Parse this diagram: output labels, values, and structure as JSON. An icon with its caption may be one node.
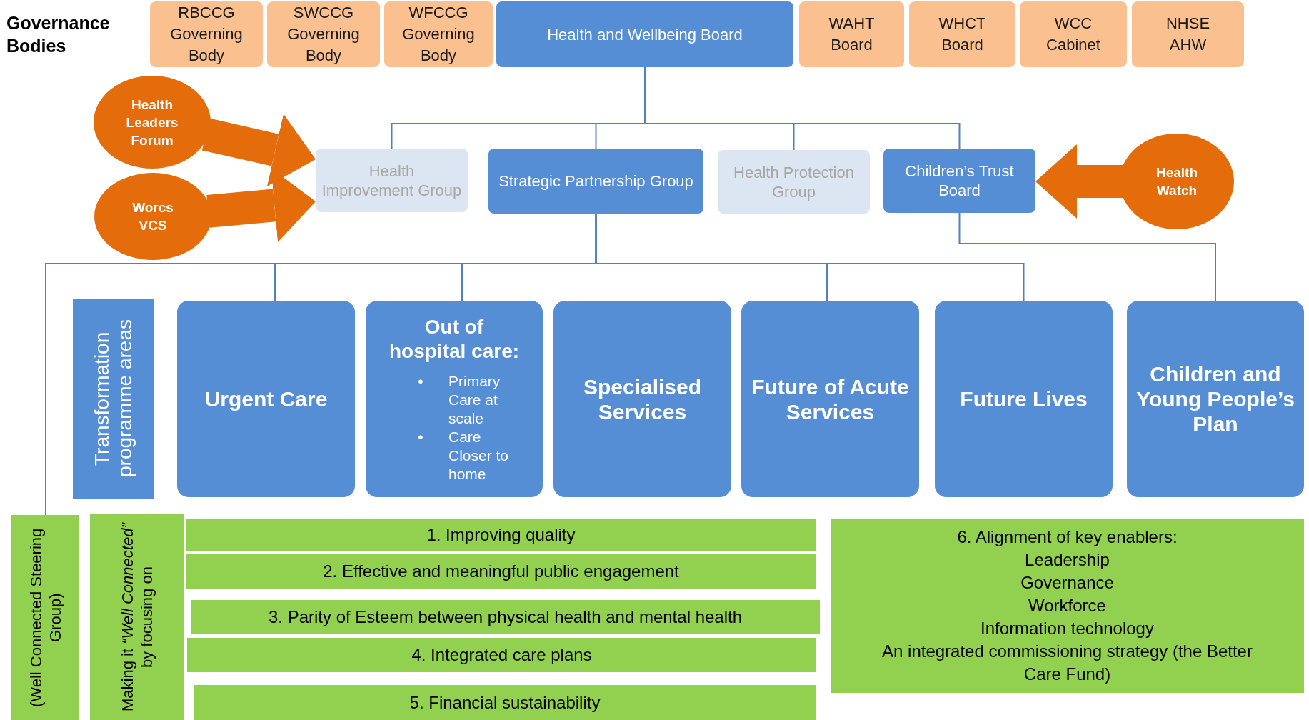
{
  "diagram": {
    "nodes": [
      {
        "text": [
          "RBCCG Governing Body"
        ]
      },
      {
        "text": [
          "SWCCG Governing Body"
        ]
      },
      {
        "text": [
          "WFCCG Governing Body"
        ]
      },
      {
        "text": [
          "Health and Wellbeing Board"
        ]
      },
      {
        "text": [
          "WAHT Board"
        ]
      },
      {
        "text": [
          "WHCT Board"
        ]
      },
      {
        "text": [
          "WCC Cabinet"
        ]
      },
      {
        "text": [
          "NHSE AHW"
        ]
      },
      {
        "text": [
          "Health Leaders Forum"
        ]
      },
      {
        "text": [
          "Worcs VCS"
        ]
      },
      {
        "text": [
          "Health Improvement Group"
        ]
      },
      {
        "text": [
          "Strategic Partnership Group"
        ]
      },
      {
        "text": [
          "Health Protection Group"
        ]
      },
      {
        "text": [
          "Children’s Trust Board"
        ]
      },
      {
        "text": [
          "Health Watch"
        ]
      },
      {
        "text": [
          "Transformation programme areas"
        ]
      },
      {
        "text": [
          "Urgent Care"
        ]
      },
      {
        "text": [
          "Out of hospital care:",
          "•",
          "Primary Care at scale",
          "•",
          "Care Closer to home"
        ]
      },
      {
        "text": [
          "Specialised Services"
        ]
      },
      {
        "text": [
          "Future of Acute Services"
        ]
      },
      {
        "text": [
          "Future Lives"
        ]
      },
      {
        "text": [
          "Children and Young People’s Plan"
        ]
      },
      {
        "text": [
          "(Well Connected Steering Group)"
        ]
      },
      {
        "text": [
          "Making it *“Well Connected”* by focusing on"
        ]
      },
      {
        "text": [
          "1. Improving quality"
        ]
      },
      {
        "text": [
          "2. Effective and meaningful public engagement"
        ]
      },
      {
        "text": [
          "3. Parity of Esteem between physical health and mental health"
        ]
      },
      {
        "text": [
          "4. Integrated care plans"
        ]
      },
      {
        "text": [
          "5. Financial sustainability"
        ]
      },
      {
        "text": [
          "6. Alignment of key enablers:",
          "Leadership",
          "Governance",
          "Workforce",
          "Information technology",
          "An integrated commissioning strategy (the Better Care Fund)"
        ]
      }
    ],
    "edges": [
      {
        "from": 3,
        "to": 10,
        "arrow": "none"
      },
      {
        "from": 3,
        "to": 11,
        "arrow": "none"
      },
      {
        "from": 3,
        "to": 12,
        "arrow": "none"
      },
      {
        "from": 3,
        "to": 13,
        "arrow": "none"
      },
      {
        "from": 11,
        "to": 16,
        "arrow": "none"
      },
      {
        "from": 11,
        "to": 17,
        "arrow": "none"
      },
      {
        "from": 11,
        "to": 19,
        "arrow": "none"
      },
      {
        "from": 11,
        "to": 20,
        "arrow": "none"
      },
      {
        "from": 11,
        "to": 22,
        "arrow": "none"
      },
      {
        "from": 13,
        "to": 21,
        "arrow": "none"
      },
      {
        "from": 8,
        "to": 10,
        "arrow": "to",
        "style": "thick",
        "color": "#e46c0a"
      },
      {
        "from": 9,
        "to": 10,
        "arrow": "to",
        "style": "thick",
        "color": "#e46c0a"
      },
      {
        "from": 14,
        "to": 13,
        "arrow": "to",
        "style": "thick",
        "color": "#e46c0a"
      }
    ],
    "labels": [
      "Governance Bodies"
    ]
  }
}
